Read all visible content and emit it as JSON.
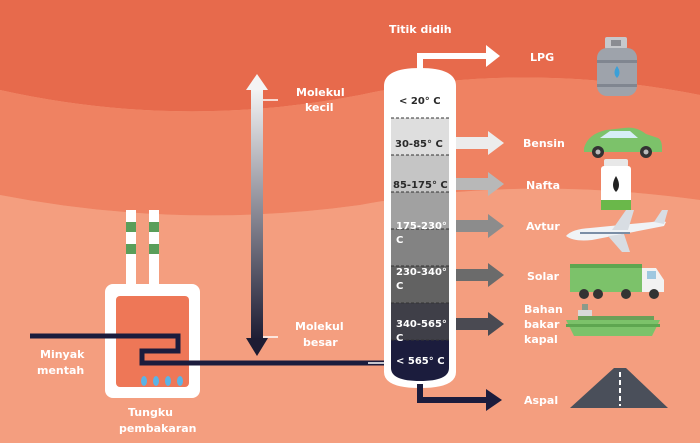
{
  "title": "Titik didih",
  "furnace_label_line1": "Tungku",
  "furnace_label_line2": "pembakaran",
  "input_label_line1": "Minyak",
  "input_label_line2": "mentah",
  "scale_top_line1": "Molekul",
  "scale_top_line2": "kecil",
  "scale_bottom_line1": "Molekul",
  "scale_bottom_line2": "besar",
  "fractions": [
    {
      "temp1": "< 20° C",
      "temp2": "",
      "product": "LPG",
      "product2": "",
      "product3": "",
      "icon": "lpg-cylinder-icon"
    },
    {
      "temp1": "30-85° C",
      "temp2": "",
      "product": "Bensin",
      "product2": "",
      "product3": "",
      "icon": "car-icon"
    },
    {
      "temp1": "85-175° C",
      "temp2": "",
      "product": "Nafta",
      "product2": "",
      "product3": "",
      "icon": "fuel-canister-icon"
    },
    {
      "temp1": "175-230°",
      "temp2": "C",
      "product": "Avtur",
      "product2": "",
      "product3": "",
      "icon": "airplane-icon"
    },
    {
      "temp1": "230-340°",
      "temp2": "C",
      "product": "Solar",
      "product2": "",
      "product3": "",
      "icon": "truck-icon"
    },
    {
      "temp1": "340-565°",
      "temp2": "C",
      "product": "Bahan",
      "product2": "bakar",
      "product3": "kapal",
      "icon": "ship-icon"
    },
    {
      "temp1": "< 565° C",
      "temp2": "",
      "product": "Aspal",
      "product2": "",
      "product3": "",
      "icon": "road-icon"
    }
  ],
  "colors": {
    "bg_top": "#e36b4e",
    "bg_bottom": "#f19a79",
    "column_outline": "#ffffff",
    "pipe": "#1b1c3d",
    "furnace": "#f07d5f"
  }
}
